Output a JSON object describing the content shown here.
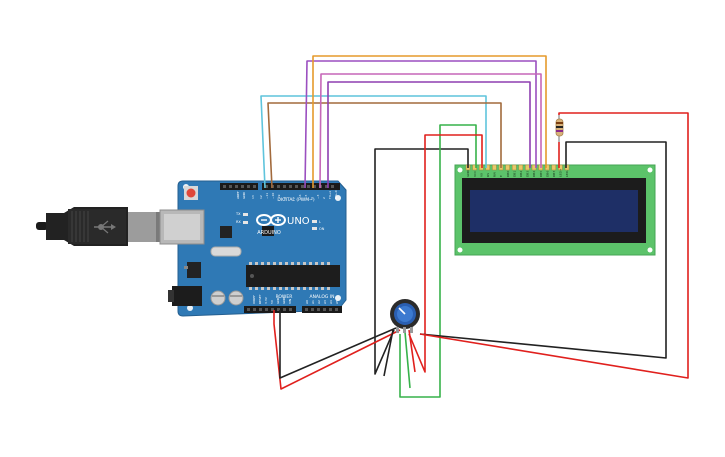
{
  "arduino": {
    "brand": "UNO",
    "logo_text": "ARDUINO",
    "digital_label": "DIGITAL (PWM~)",
    "power_label": "POWER",
    "analog_label": "ANALOG IN",
    "tx_label": "TX",
    "rx_label": "RX",
    "l_label": "L",
    "on_label": "ON",
    "aref_label": "AREF",
    "gnd_label": "GND",
    "ioref_label": "IOREF",
    "reset_label": "RESET",
    "v33_label": "3.3V",
    "v5_label": "5V",
    "vin_label": "VIN",
    "a0_label": "A0",
    "a1_label": "A1",
    "a2_label": "A2",
    "a3_label": "A3",
    "a4_label": "A4",
    "a5_label": "A5",
    "digital_pins": [
      "13",
      "12",
      "~11",
      "~10",
      "~9",
      "8",
      "7",
      "~6",
      "~5",
      "4",
      "~3",
      "2",
      "TX→1",
      "RX←0"
    ]
  },
  "lcd": {
    "pins": [
      "GND",
      "VCC",
      "V0",
      "RS",
      "RW",
      "E",
      "DB0",
      "DB1",
      "DB2",
      "DB3",
      "DB4",
      "DB5",
      "DB6",
      "DB7",
      "LED+",
      "LED-"
    ]
  },
  "colors": {
    "board": "#2f79b5",
    "wire_red": "#e0201d",
    "wire_black": "#222222",
    "wire_green": "#37b24a",
    "wire_cyan": "#5fc4dc",
    "wire_brown": "#a26a3c",
    "wire_orange": "#e59a2c",
    "wire_purple": "#9b4fc0",
    "wire_pink": "#c667b8",
    "lcd_board": "#5cc36a",
    "lcd_screen": "#1e2f66"
  }
}
